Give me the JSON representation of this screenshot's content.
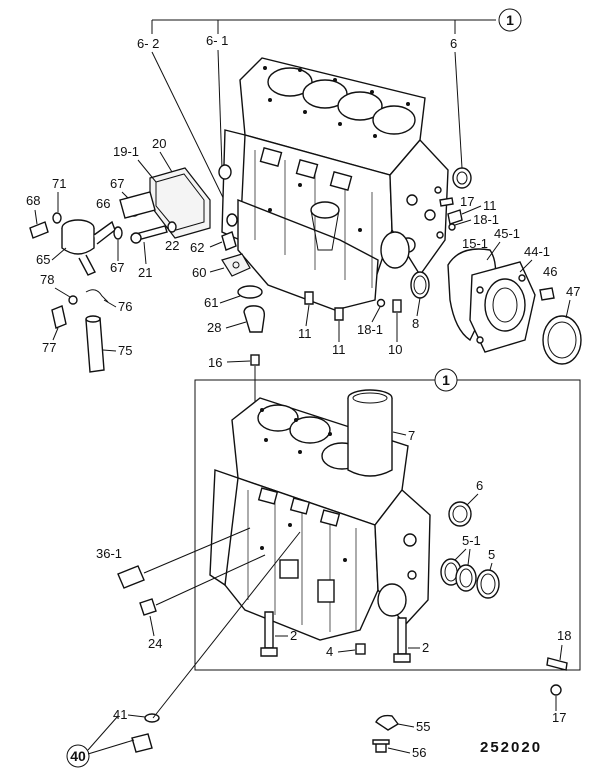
{
  "figure_number": "252020",
  "callouts": {
    "c1_top": "1",
    "c6_2": "6- 2",
    "c6_1": "6- 1",
    "c6": "6",
    "c17_top": "17",
    "c11_top": "11",
    "c18_1_top": "18-1",
    "c15_1": "15-1",
    "c45_1": "45-1",
    "c44_1": "44-1",
    "c46": "46",
    "c47": "47",
    "c20": "20",
    "c19_1": "19-1",
    "c71": "71",
    "c68": "68",
    "c67a": "67",
    "c66": "66",
    "c67b": "67",
    "c65": "65",
    "c22": "22",
    "c21": "21",
    "c62": "62",
    "c60": "60",
    "c78": "78",
    "c76": "76",
    "c77": "77",
    "c75": "75",
    "c61": "61",
    "c28": "28",
    "c11a": "11",
    "c11b": "11",
    "c18_1b": "18-1",
    "c10": "10",
    "c8": "8",
    "c16": "16",
    "c1_mid": "1",
    "c7": "7",
    "c6_mid": "6",
    "c5_1": "5-1",
    "c5": "5",
    "c36_1": "36-1",
    "c24": "24",
    "c2a": "2",
    "c2b": "2",
    "c4": "4",
    "c18": "18",
    "c17": "17",
    "c41": "41",
    "c40": "40",
    "c55": "55",
    "c56": "56"
  }
}
